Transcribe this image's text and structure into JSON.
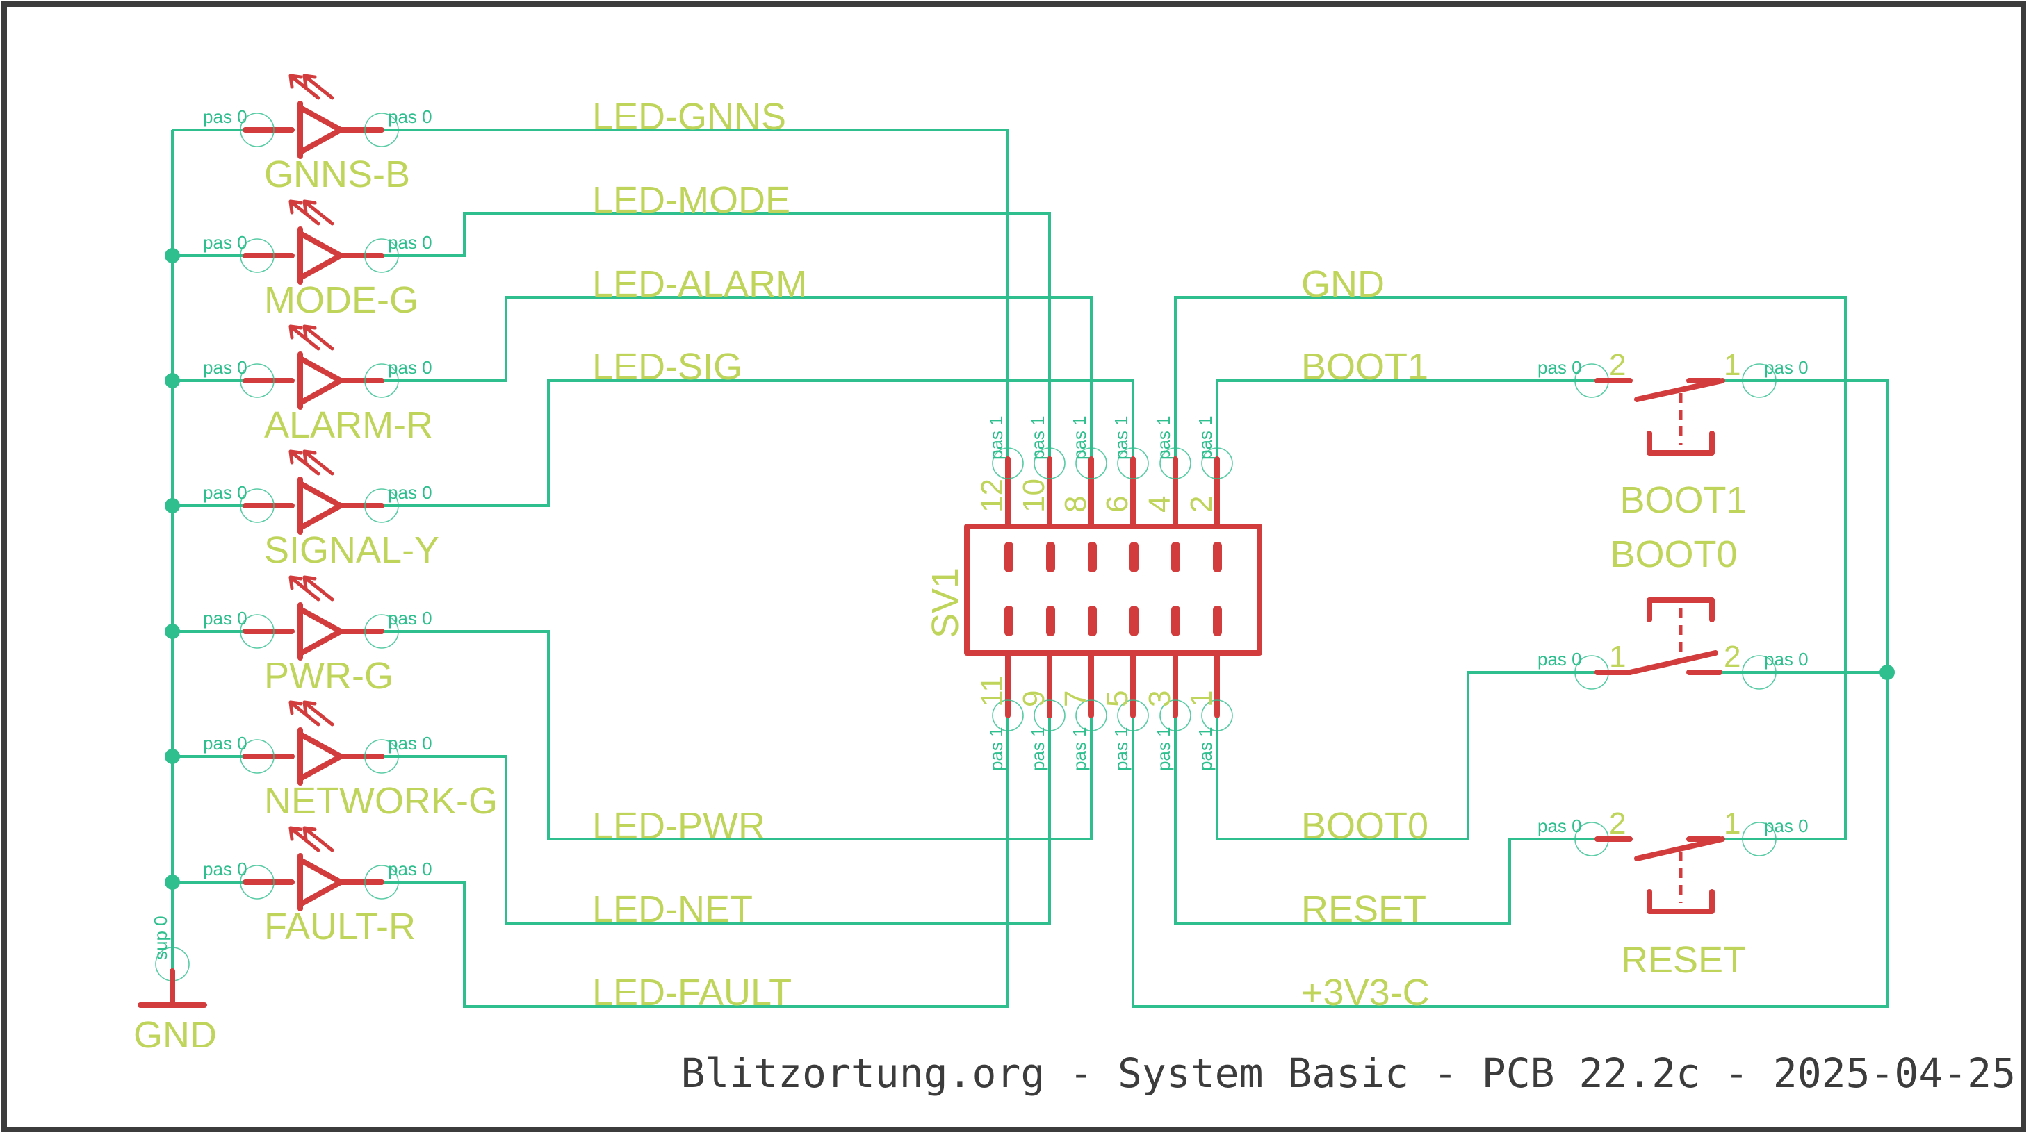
{
  "leds": [
    {
      "name": "GNNS-B",
      "net": "LED-GNNS"
    },
    {
      "name": "MODE-G",
      "net": "LED-MODE"
    },
    {
      "name": "ALARM-R",
      "net": "LED-ALARM"
    },
    {
      "name": "SIGNAL-Y",
      "net": "LED-SIG"
    },
    {
      "name": "PWR-G",
      "net": "LED-PWR"
    },
    {
      "name": "NETWORK-G",
      "net": "LED-NET"
    },
    {
      "name": "FAULT-R",
      "net": "LED-FAULT"
    }
  ],
  "pin_tag": "pas 0",
  "pin_tag_header": "pas 1",
  "supply_tag": "sup 0",
  "gnd_label": "GND",
  "header": {
    "name": "SV1",
    "top_pins": [
      "12",
      "10",
      "8",
      "6",
      "4",
      "2"
    ],
    "bottom_pins": [
      "11",
      "9",
      "7",
      "5",
      "3",
      "1"
    ]
  },
  "right_nets": {
    "gnd": "GND",
    "boot1": "BOOT1",
    "boot0": "BOOT0",
    "reset": "RESET",
    "v33": "+3V3-C"
  },
  "switches": {
    "boot1": {
      "name": "BOOT1",
      "pin_left": "2",
      "pin_right": "1"
    },
    "boot0": {
      "name": "BOOT0",
      "pin_left": "1",
      "pin_right": "2"
    },
    "reset": {
      "name": "RESET",
      "pin_left": "2",
      "pin_right": "1"
    }
  },
  "footer": "Blitzortung.org - System Basic - PCB 22.2c - 2025-04-25",
  "colors": {
    "wire": "#2fbf8f",
    "symbol": "#d23c3c",
    "label": "#bfd45a",
    "frame": "#3c3c3c"
  }
}
